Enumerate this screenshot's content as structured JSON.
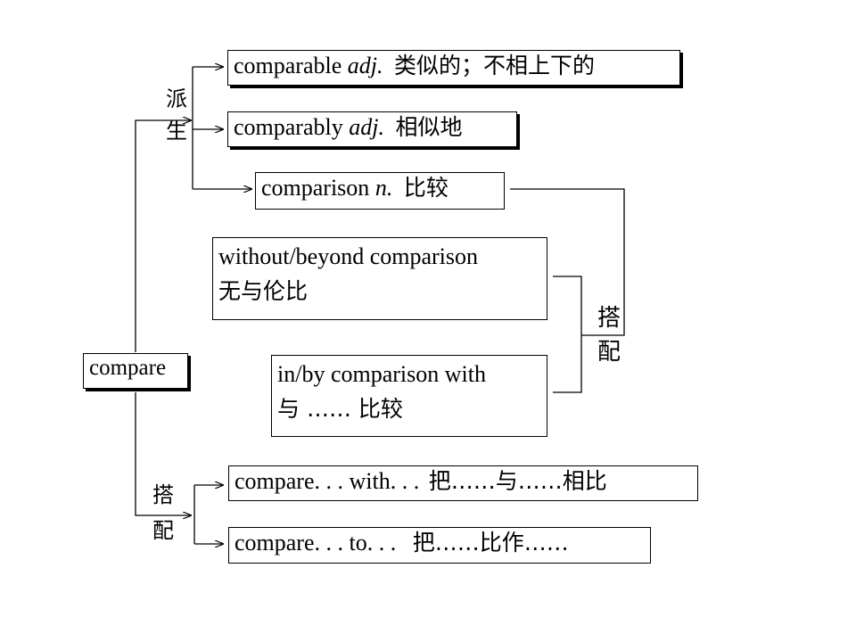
{
  "root": {
    "word": "compare"
  },
  "derivation": {
    "label_chars": [
      "派",
      "生"
    ],
    "items": [
      {
        "word": "comparable",
        "pos": "adj.",
        "meaning": "类似的；不相上下的"
      },
      {
        "word": "comparably",
        "pos": "adj.",
        "meaning": "相似地"
      },
      {
        "word": "comparison",
        "pos": "n.",
        "meaning": "比较"
      }
    ]
  },
  "comparison_collocation": {
    "label_chars": [
      "搭",
      "配"
    ],
    "items": [
      {
        "phrase": "without/beyond comparison",
        "meaning": "无与伦比"
      },
      {
        "phrase": "in/by comparison with",
        "meaning": "与 …… 比较"
      }
    ]
  },
  "compare_collocation": {
    "label_chars": [
      "搭",
      "配"
    ],
    "items": [
      {
        "phrase": "compare. . . with. . .",
        "meaning": "把……与……相比"
      },
      {
        "phrase": "compare. . . to. . .",
        "meaning": "把……比作……"
      }
    ]
  },
  "colors": {
    "line": "#000000",
    "box_border": "#000000",
    "background": "#ffffff"
  }
}
